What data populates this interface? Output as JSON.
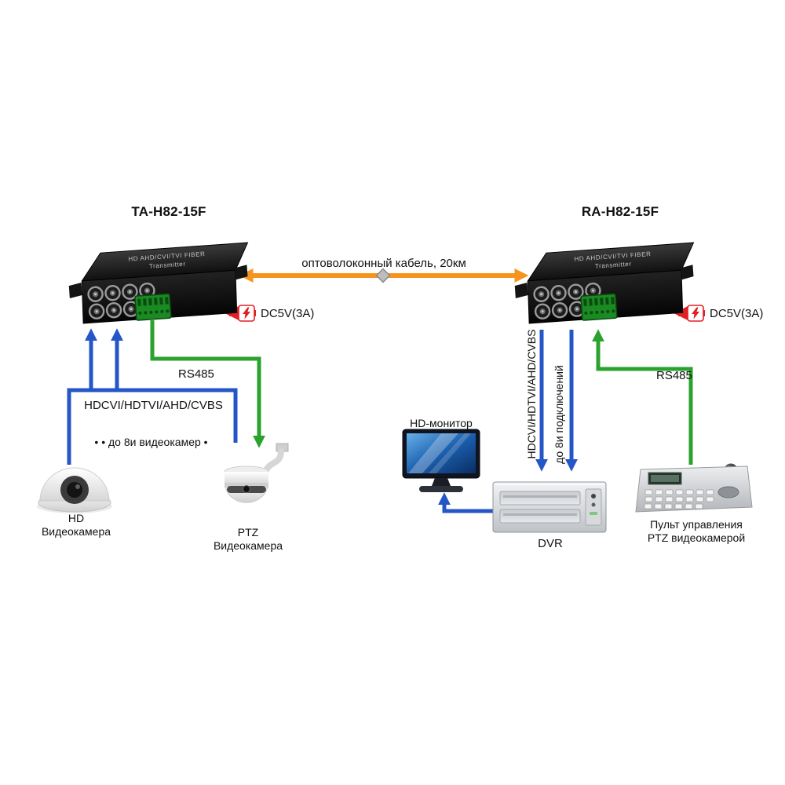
{
  "colors": {
    "blue": "#2456c7",
    "green": "#2aa22e",
    "orange": "#f7941e",
    "red": "#e31e24",
    "ink": "#111111"
  },
  "devices": {
    "left": {
      "title": "TA-H82-15F",
      "print_line1": "HD AHD/CVI/TVI  FIBER",
      "print_line2": "Transmitter"
    },
    "right": {
      "title": "RA-H82-15F",
      "print_line1": "HD AHD/CVI/TVI  FIBER",
      "print_line2": "Transmitter"
    }
  },
  "connections": {
    "fiber": {
      "label": "оптоволоконный кабель, 20км"
    },
    "power_left": {
      "label": "DC5V(3A)"
    },
    "power_right": {
      "label": "DC5V(3A)"
    },
    "rs485_left": {
      "label": "RS485"
    },
    "rs485_right": {
      "label": "RS485"
    },
    "video_left": {
      "label": "HDCVI/HDTVI/AHD/CVBS",
      "note": "• •  до 8и видеокамер  •"
    },
    "video_right": {
      "label": "HDCVI/HDTVI/AHD/CVBS",
      "note": "до 8и подключений"
    }
  },
  "nodes": {
    "hd_camera": {
      "line1": "HD",
      "line2": "Видеокамера"
    },
    "ptz_camera": {
      "line1": "PTZ",
      "line2": "Видеокамера"
    },
    "monitor": {
      "label": "HD-монитор"
    },
    "dvr": {
      "label": "DVR"
    },
    "keyboard": {
      "line1": "Пульт управления",
      "line2": "PTZ видеокамерой"
    }
  }
}
